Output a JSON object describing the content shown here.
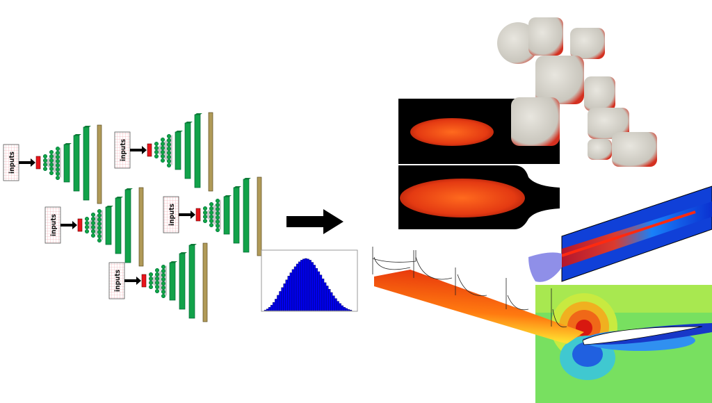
{
  "networks": [
    {
      "input_label": "inputs"
    },
    {
      "input_label": "inputs"
    },
    {
      "input_label": "inputs"
    },
    {
      "input_label": "inputs"
    },
    {
      "input_label": "inputs"
    }
  ],
  "colors": {
    "input_grid": "#f4b7bd",
    "input_layer": "#e8141b",
    "neuron": "#11a444",
    "dense_layer": "#12a24a",
    "output_layer": "#b09a58",
    "histogram": "#0000ee",
    "arrow": "#000000"
  },
  "histogram_values": [
    1,
    3,
    6,
    10,
    15,
    21,
    28,
    35,
    42,
    49,
    56,
    63,
    69,
    75,
    80,
    85,
    89,
    92,
    94,
    95,
    94,
    92,
    88,
    83,
    77,
    71,
    65,
    58,
    51,
    45,
    39,
    33,
    27,
    22,
    17,
    13,
    9,
    6,
    4,
    2,
    1
  ]
}
